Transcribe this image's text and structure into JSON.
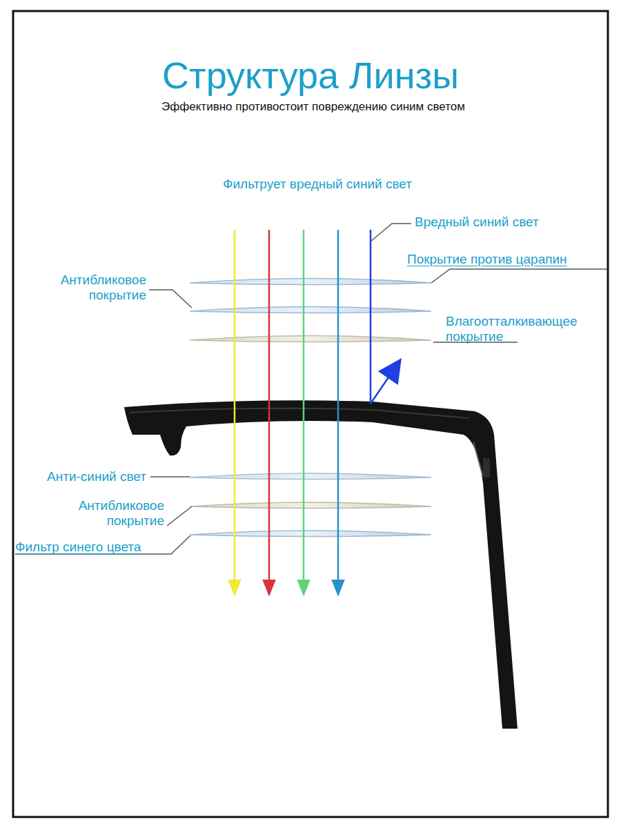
{
  "diagram": {
    "title": "Структура Линзы",
    "labels": [
      "Эффективно противостоит повреждению синим светом",
      "Фильтрует вредный синий свет",
      "Вредный синий свет",
      "Покрытие против царапин",
      "Антибликовое покрытие",
      "Влагоотталкивающее покрытие",
      "Анти-синий свет",
      "Антибликовое покрытие",
      "Фильтр синего цвета"
    ]
  }
}
